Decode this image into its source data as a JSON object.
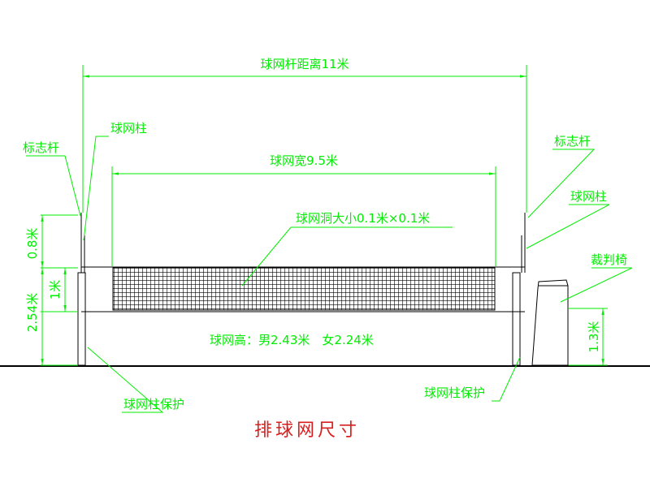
{
  "title": "排球网尺寸",
  "labels": {
    "pole_distance": "球网杆距离11米",
    "antenna_left": "标志杆",
    "post_left": "球网柱",
    "net_width": "球网宽9.5米",
    "antenna_right": "标志杆",
    "post_right": "球网柱",
    "mesh_size": "球网洞大小0.1米×0.1米",
    "referee_stand": "裁判椅",
    "net_height": "球网高：男2.43米　女2.24米",
    "post_pad_left": "球网柱保护",
    "post_pad_right": "球网柱保护",
    "dim_08": "0.8米",
    "dim_1": "1米",
    "dim_254": "2.54米",
    "dim_13": "1.3米"
  },
  "colors": {
    "dimension": "#00ee00",
    "structure": "#000000",
    "title": "#d81f1f",
    "background": "#ffffff"
  }
}
